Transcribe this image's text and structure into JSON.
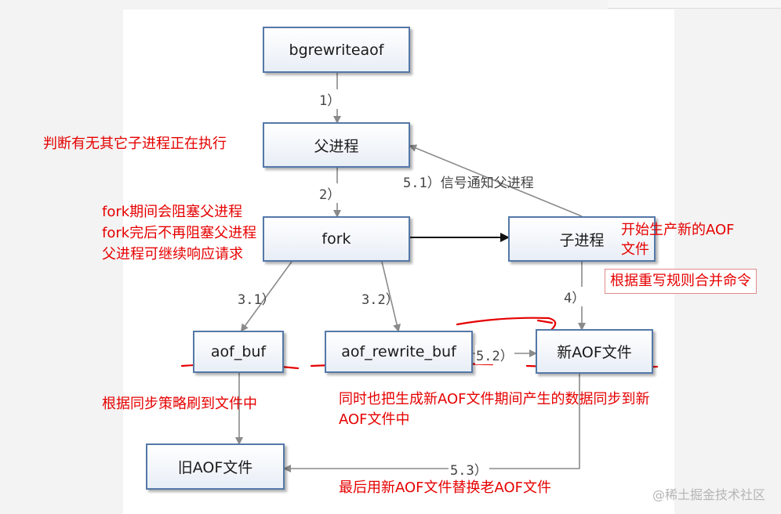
{
  "nodes": {
    "bgrewriteaof": "bgrewriteaof",
    "parent": "父进程",
    "fork": "fork",
    "child": "子进程",
    "aof_buf": "aof_buf",
    "aof_rewrite_buf": "aof_rewrite_buf",
    "new_aof": "新AOF文件",
    "old_aof": "旧AOF文件"
  },
  "edge_labels": {
    "e1": "1）",
    "e2": "2）",
    "e31": "3.1）",
    "e32": "3.2）",
    "e4": "4）",
    "e51": "5.1）信号通知父进程",
    "e52": "5.2）",
    "e53": "5.3）"
  },
  "annotations": {
    "check_child": "判断有无其它子进程正在执行",
    "fork_block_1": "fork期间会阻塞父进程",
    "fork_block_2": "fork完后不再阻塞父进程",
    "fork_block_3": "父进程可继续响应请求",
    "child_new_1": "开始生产新的AOF",
    "child_new_2": "文件",
    "rewrite_rules": "根据重写规则合并命令",
    "sync_policy": "根据同步策略刷到文件中",
    "sync_new_1": "同时也把生成新AOF文件期间产生的数据同步到新",
    "sync_new_2": "AOF文件中",
    "replace": "最后用新AOF文件替换老AOF文件"
  },
  "watermark": "@稀土掘金技术社区",
  "colors": {
    "annotation": "#e60000",
    "node_border": "#5478a8",
    "arrow": "#8a8a8a",
    "fork_arrow": "#111111"
  }
}
